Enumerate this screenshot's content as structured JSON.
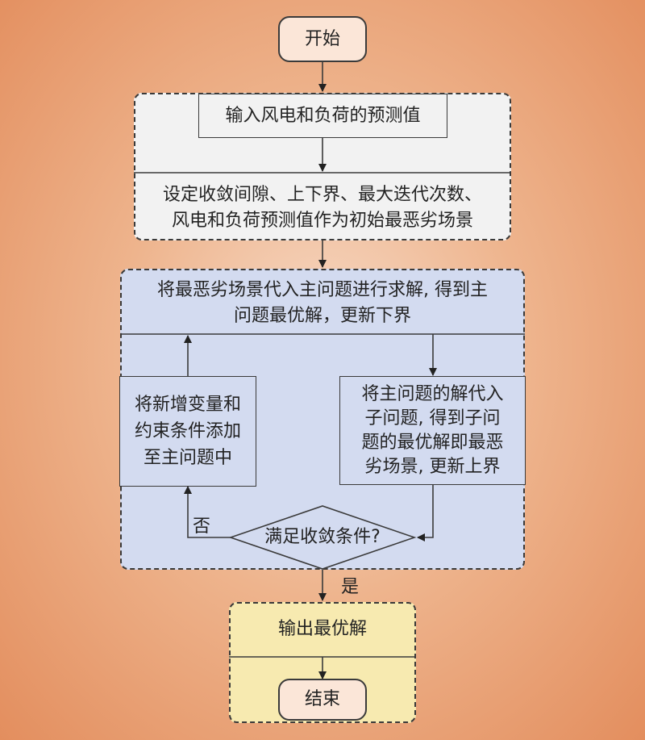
{
  "start": "开始",
  "input_forecast": "输入风电和负荷的预测值",
  "init_settings": "设定收敛间隙、上下界、最大迭代次数、\n风电和负荷预测值作为初始最恶劣场景",
  "master_solve": "将最恶劣场景代入主问题进行求解, 得到主\n问题最优解，更新下界",
  "add_constraints": "将新增变量和\n约束条件添加\n至主问题中",
  "sub_solve": "将主问题的解代入\n子问题, 得到子问\n题的最优解即最恶\n劣场景, 更新上界",
  "convergence_check": "满足收敛条件?",
  "label_no": "否",
  "label_yes": "是",
  "output": "输出最优解",
  "end": "结束",
  "colors": {
    "background": "#e9a477",
    "init_region": "#f2f2f2",
    "iteration_region": "#d3dbf0",
    "output_region": "#f7eab0",
    "terminal": "#fbe6d8",
    "line": "#3a3a3a"
  }
}
